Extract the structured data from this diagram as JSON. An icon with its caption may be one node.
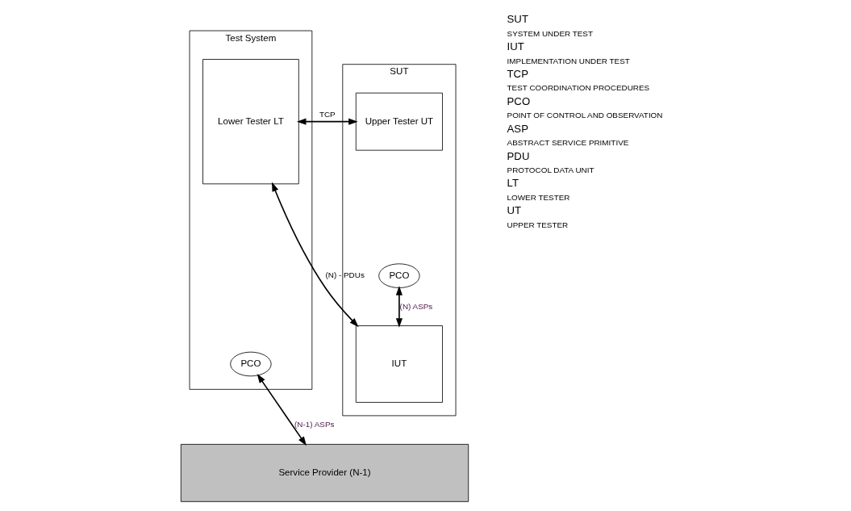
{
  "diagram": {
    "nodes": [
      {
        "text": [
          "Test System"
        ]
      },
      {
        "text": [
          "Lower Tester LT"
        ],
        "in": 0
      },
      {
        "text": [
          "PCO"
        ],
        "in": 0
      },
      {
        "text": [
          "SUT"
        ]
      },
      {
        "text": [
          "Upper Tester UT"
        ],
        "in": 3
      },
      {
        "text": [
          "PCO"
        ],
        "in": 3
      },
      {
        "text": [
          "IUT"
        ],
        "in": 3
      },
      {
        "text": [
          "Service Provider (N-1)"
        ]
      }
    ],
    "edges": [
      {
        "from": 1,
        "to": 4,
        "arrow": "both",
        "label": "TCP"
      },
      {
        "from": 1,
        "to": 6,
        "arrow": "both",
        "label": "(N) - PDUs"
      },
      {
        "from": 5,
        "to": 6,
        "arrow": "both",
        "label": "(N) ASPs"
      },
      {
        "from": 2,
        "to": 7,
        "arrow": "both",
        "label": "(N-1) ASPs"
      }
    ],
    "labels": [
      "SUT",
      "SYSTEM UNDER TEST",
      "IUT",
      "IMPLEMENTATION UNDER TEST",
      "TCP",
      "TEST COORDINATION PROCEDURES",
      "PCO",
      "POINT OF CONTROL AND OBSERVATION",
      "ASP",
      "ABSTRACT SERVICE PRIMITIVE",
      "PDU",
      "PROTOCOL DATA UNIT",
      "LT",
      "LOWER TESTER",
      "UT",
      "UPPER TESTER"
    ]
  }
}
